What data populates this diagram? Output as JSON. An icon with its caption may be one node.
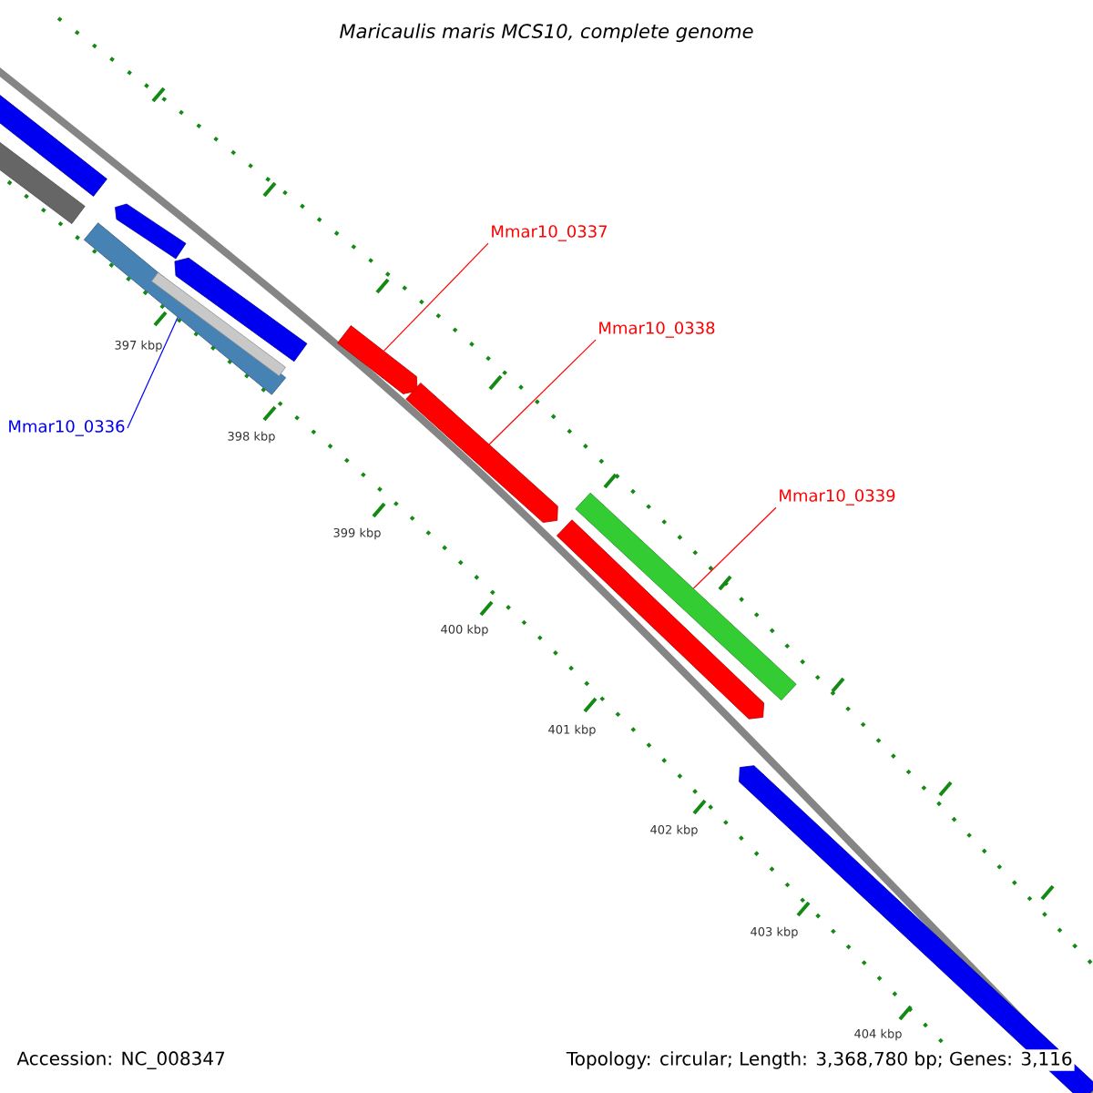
{
  "diagram": {
    "title": "Maricaulis maris MCS10, complete genome",
    "nodes": [
      {
        "text": [],
        "shape": "bar"
      },
      {
        "text": [],
        "shape": "bar"
      },
      {
        "text": [],
        "shape": "bar"
      },
      {
        "text": [],
        "shape": "bar"
      },
      {
        "text": [],
        "shape": "bar"
      },
      {
        "text": [
          "Mmar10_0336"
        ]
      },
      {
        "text": [
          "Mmar10_0337"
        ]
      },
      {
        "text": [],
        "shape": "bar"
      },
      {
        "text": [
          "Mmar10_0338"
        ]
      },
      {
        "text": [],
        "shape": "bar"
      },
      {
        "text": [
          "Mmar10_0339"
        ]
      },
      {
        "text": [],
        "shape": "bar"
      },
      {
        "text": [],
        "shape": "bar"
      },
      {
        "text": [],
        "shape": "bar"
      }
    ],
    "edges": [
      {
        "from": 5,
        "to": 4,
        "arrow": "none",
        "color": "#0000ff"
      },
      {
        "from": 6,
        "to": 7,
        "arrow": "none"
      },
      {
        "from": 8,
        "to": 9,
        "arrow": "none"
      },
      {
        "from": 10,
        "to": 11,
        "arrow": "none"
      }
    ],
    "labels": [
      "397 kbp",
      "398 kbp",
      "399 kbp",
      "400 kbp",
      "401 kbp",
      "402 kbp",
      "403 kbp",
      "404 kbp",
      "Accession: NC_008347",
      "Topology: circular; Length: 3,368,780 bp; Genes: 3,116"
    ]
  }
}
